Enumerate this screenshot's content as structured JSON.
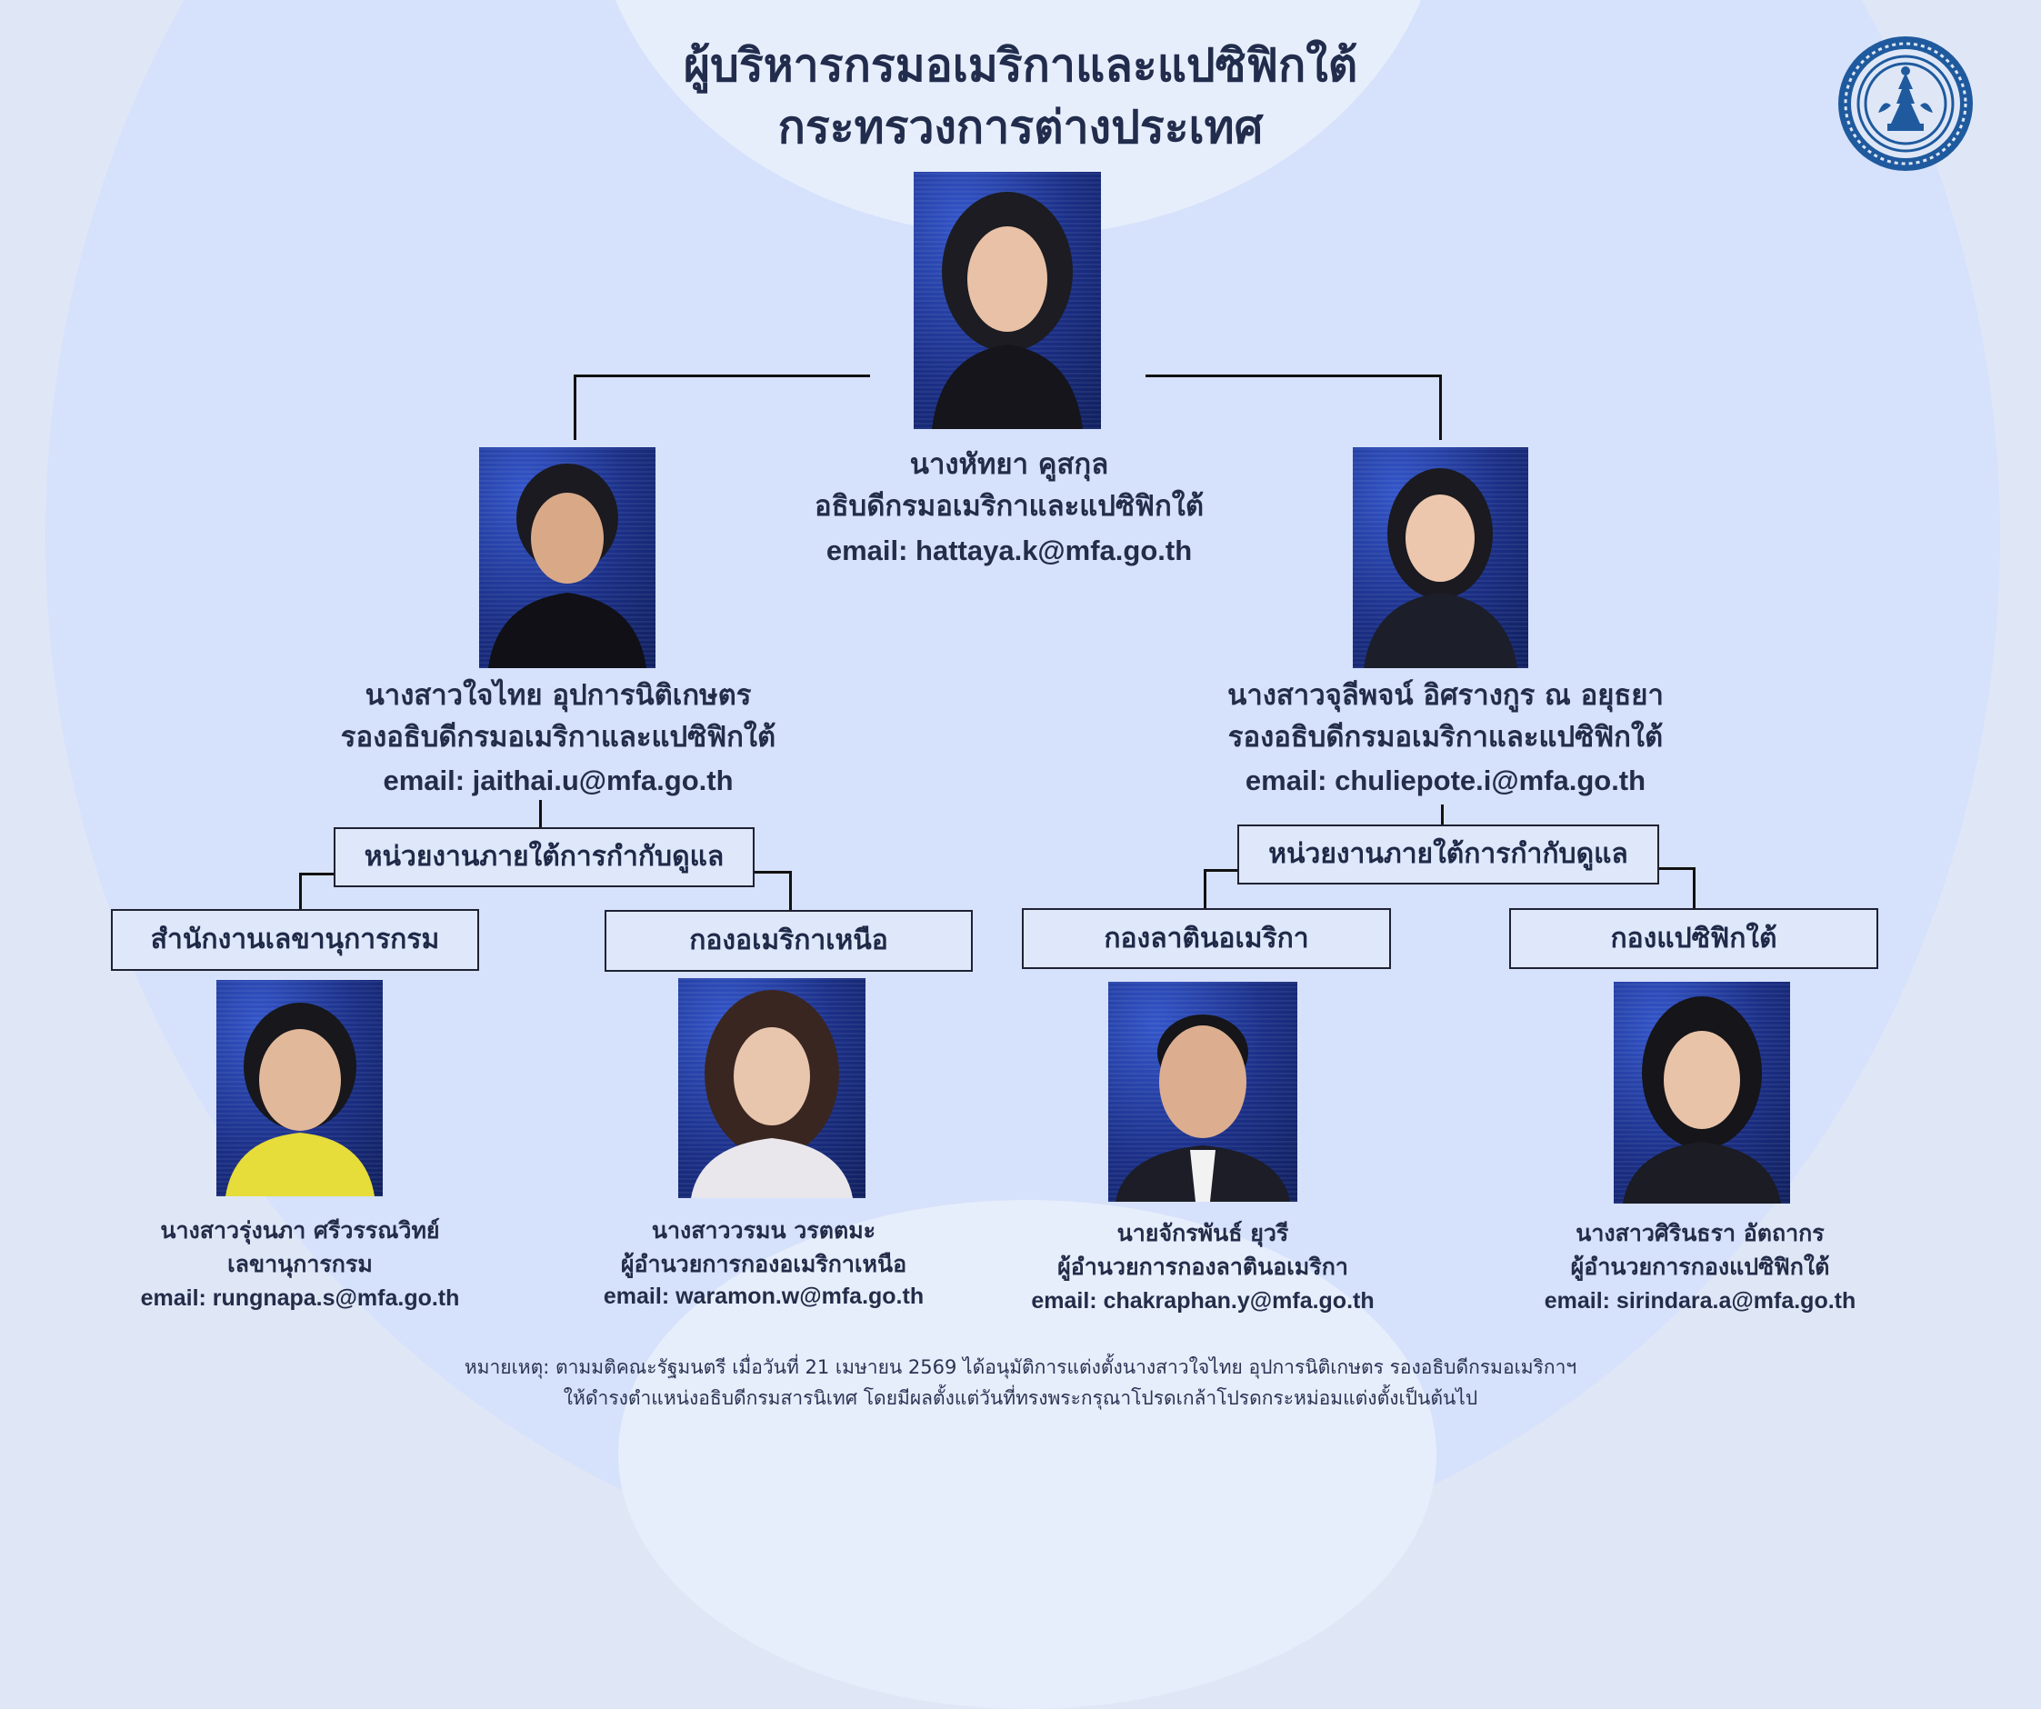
{
  "title": {
    "line1": "ผู้บริหารกรมอเมริกาและแปซิฟิกใต้",
    "line2": "กระทรวงการต่างประเทศ"
  },
  "colors": {
    "photo_bg": "#1b2f86",
    "text": "#232c48",
    "seal": "#1f5a9e"
  },
  "director": {
    "name": "นางหัทยา คูสกุล",
    "position": "อธิบดีกรมอเมริกาและแปซิฟิกใต้",
    "email": "email: hattaya.k@mfa.go.th"
  },
  "deputies": [
    {
      "name": "นางสาวใจไทย อุปการนิติเกษตร",
      "position": "รองอธิบดีกรมอเมริกาและแปซิฟิกใต้",
      "email": "email:  jaithai.u@mfa.go.th",
      "group_label": "หน่วยงานภายใต้การกำกับดูแล"
    },
    {
      "name": "นางสาวจุลีพจน์ อิศรางกูร ณ อยุธยา",
      "position": "รองอธิบดีกรมอเมริกาและแปซิฟิกใต้",
      "email": "email: chuliepote.i@mfa.go.th",
      "group_label": "หน่วยงานภายใต้การกำกับดูแล"
    }
  ],
  "divisions": [
    {
      "unit": "สำนักงานเลขานุการกรม",
      "name": "นางสาวรุ่งนภา ศรีวรรณวิทย์",
      "position": "เลขานุการกรม",
      "email": "email: rungnapa.s@mfa.go.th"
    },
    {
      "unit": "กองอเมริกาเหนือ",
      "name": "นางสาววรมน วรตตมะ",
      "position": "ผู้อำนวยการกองอเมริกาเหนือ",
      "email": "email: waramon.w@mfa.go.th"
    },
    {
      "unit": "กองลาตินอเมริกา",
      "name": "นายจักรพันธ์ ยุวรี",
      "position": "ผู้อำนวยการกองลาตินอเมริกา",
      "email": "email: chakraphan.y@mfa.go.th"
    },
    {
      "unit": "กองแปซิฟิกใต้",
      "name": "นางสาวศิรินธรา อัตถากร",
      "position": "ผู้อำนวยการกองแปซิฟิกใต้",
      "email": "email: sirindara.a@mfa.go.th"
    }
  ],
  "note": {
    "line1": "หมายเหตุ: ตามมติคณะรัฐมนตรี เมื่อวันที่ 21 เมษายน 2569 ได้อนุมัติการแต่งตั้งนางสาวใจไทย อุปการนิติเกษตร รองอธิบดีกรมอเมริกาฯ",
    "line2": "ให้ดำรงตำแหน่งอธิบดีกรมสารนิเทศ โดยมีผลตั้งแต่วันที่ทรงพระกรุณาโปรดเกล้าโปรดกระหม่อมแต่งตั้งเป็นต้นไป"
  }
}
